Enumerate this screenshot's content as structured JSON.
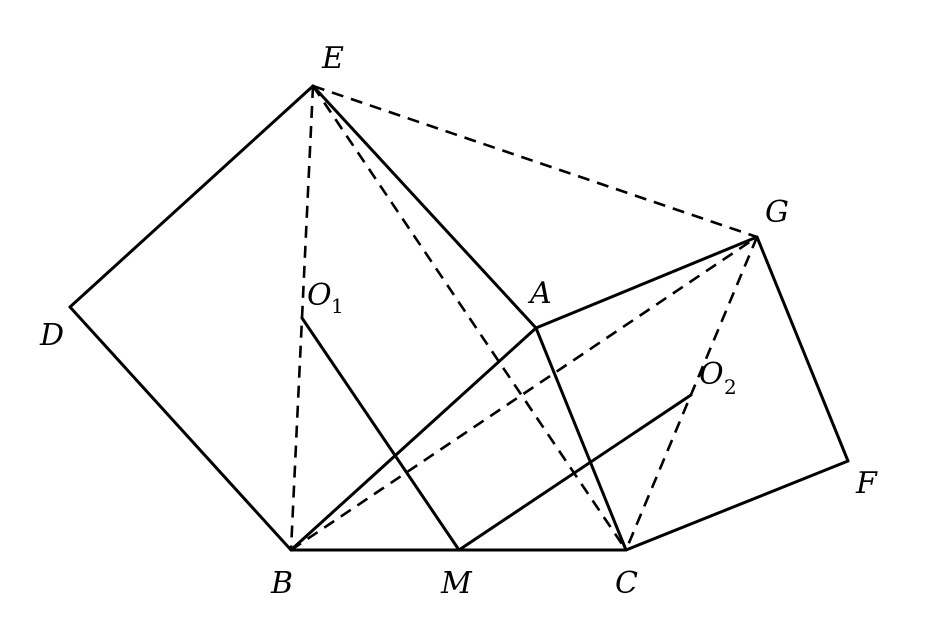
{
  "figure": {
    "points": {
      "A": {
        "label": "A"
      },
      "B": {
        "label": "B"
      },
      "C": {
        "label": "C"
      },
      "D": {
        "label": "D"
      },
      "E": {
        "label": "E"
      },
      "F": {
        "label": "F"
      },
      "G": {
        "label": "G"
      },
      "M": {
        "label": "M"
      },
      "O1": {
        "label": "O",
        "sub": "1"
      },
      "O2": {
        "label": "O",
        "sub": "2"
      }
    },
    "segments_solid": [
      "B-D",
      "D-E",
      "E-A",
      "A-B",
      "A-G",
      "G-F",
      "F-C",
      "C-A",
      "B-M",
      "M-C",
      "O1-M",
      "M-O2"
    ],
    "segments_dashed": [
      "E-G",
      "E-B",
      "E-C",
      "B-G",
      "G-C"
    ],
    "colors": {
      "stroke": "#000000",
      "background": "#ffffff"
    }
  }
}
